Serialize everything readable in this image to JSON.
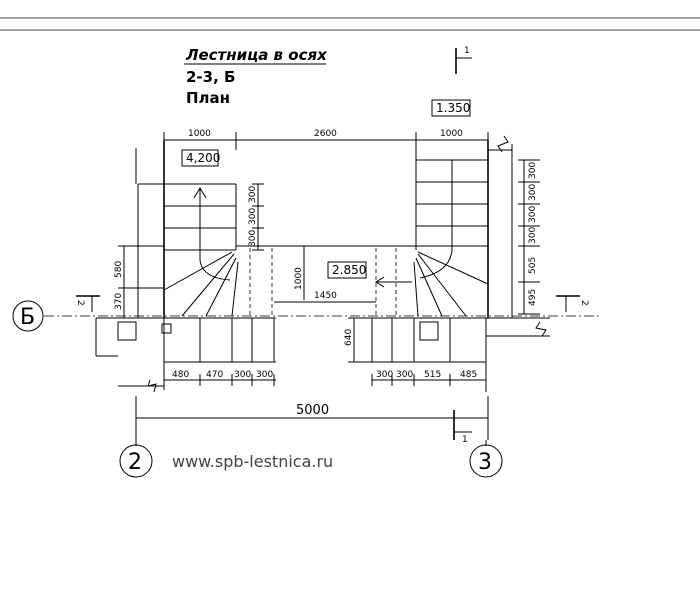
{
  "title": {
    "line1": "Лестница в осях",
    "line2": "2-3, Б",
    "line3": "План"
  },
  "website": "www.spb-lestnica.ru",
  "axes": {
    "left": "2",
    "right": "3",
    "row": "Б"
  },
  "section_mark": "1",
  "section_mark_side": "2",
  "levels": {
    "left_landing": "4,200",
    "middle": "2.850",
    "right_top": "1.350"
  },
  "dims": {
    "top": [
      "1000",
      "2600",
      "1000"
    ],
    "left_stair": [
      "300",
      "300",
      "300"
    ],
    "left_vertical": [
      "580",
      "370"
    ],
    "right_stair": [
      "300",
      "300",
      "300",
      "300",
      "505",
      "495"
    ],
    "middle_vertical": "1000",
    "middle_horizontal": "1450",
    "bottom_left": [
      "480",
      "470",
      "300",
      "300"
    ],
    "bottom_right": [
      "300",
      "300",
      "515",
      "485"
    ],
    "bottom_right_vertical": "640",
    "overall": "5000"
  }
}
